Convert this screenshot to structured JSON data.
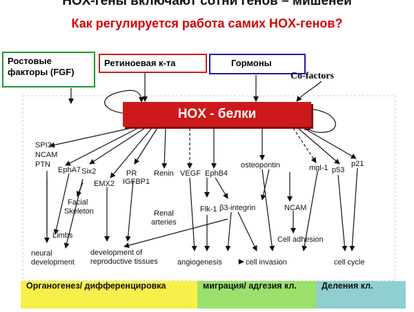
{
  "header": {
    "line1": "HOX-гены  включают сотни генов – мишеней",
    "line2": "Как регулируется работа самих HOX-генов?"
  },
  "regulators": [
    {
      "label": "Ростовые факторы (FGF)",
      "color": "#1a9a2a"
    },
    {
      "label": "Ретиноевая к-та",
      "color": "#cc1a1a"
    },
    {
      "label": "Гормоны",
      "color": "#1a1aa8"
    }
  ],
  "cofactors": "Co-factors",
  "hox_box": {
    "label": "HOX - белки",
    "color": "#cc1a1a"
  },
  "targets": {
    "spi3": "SPI3",
    "ncam1": "NCAM",
    "ptn": "PTN",
    "epha7": "EphA7",
    "six2": "Six2",
    "emx2": "EMX2",
    "pr": "PR",
    "igfbp1": "IGFBP1",
    "renin": "Renin",
    "vegf": "VEGF",
    "ephb4": "EphB4",
    "osteopontin": "osteopontin",
    "mgl1": "mgl-1",
    "p53": "p53",
    "p21": "p21",
    "facial1": "Facial",
    "facial2": "Skeleton",
    "renal1": "Renal",
    "renal2": "arteries",
    "flk1": "Flk-1",
    "b3": "β3-integrin",
    "ncam2": "NCAM",
    "limbs": "Limbs",
    "celladh": "Cell adhesion"
  },
  "outcomes": {
    "neural1": "neural",
    "neural2": "development",
    "repro1": "development of",
    "repro2": "reproductive tissues",
    "angio": "angiogenesis",
    "invasion": "cell invasion",
    "cycle": "cell cycle"
  },
  "bands": [
    {
      "label": "Органогенез/ дифференцировка",
      "color": "#f7f04a"
    },
    {
      "label": "миграция/ адгезия кл.",
      "color": "#9be06b"
    },
    {
      "label": "Деления кл.",
      "color": "#8fcfd0"
    }
  ]
}
